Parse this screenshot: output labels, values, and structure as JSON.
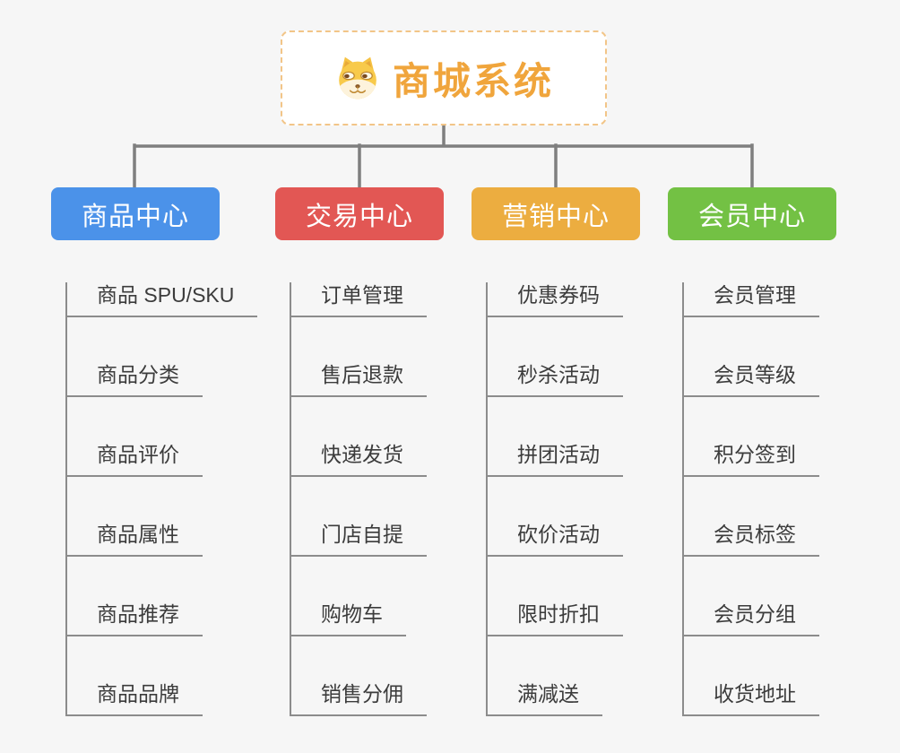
{
  "page": {
    "background_color": "#f6f6f6",
    "connector_color": "#7f7f7f",
    "child_line_color": "#8c8c8c"
  },
  "root": {
    "title": "商城系统",
    "title_color": "#f0a53c",
    "border_color": "#f2c588",
    "icon": "shiba-dog-face-icon"
  },
  "branches": [
    {
      "label": "商品中心",
      "color": "#4b92e9",
      "children": [
        "商品 SPU/SKU",
        "商品分类",
        "商品评价",
        "商品属性",
        "商品推荐",
        "商品品牌"
      ]
    },
    {
      "label": "交易中心",
      "color": "#e25754",
      "children": [
        "订单管理",
        "售后退款",
        "快递发货",
        "门店自提",
        "购物车",
        "销售分佣"
      ]
    },
    {
      "label": "营销中心",
      "color": "#ecad40",
      "children": [
        "优惠券码",
        "秒杀活动",
        "拼团活动",
        "砍价活动",
        "限时折扣",
        "满减送"
      ]
    },
    {
      "label": "会员中心",
      "color": "#73c144",
      "children": [
        "会员管理",
        "会员等级",
        "积分签到",
        "会员标签",
        "会员分组",
        "收货地址"
      ]
    }
  ]
}
